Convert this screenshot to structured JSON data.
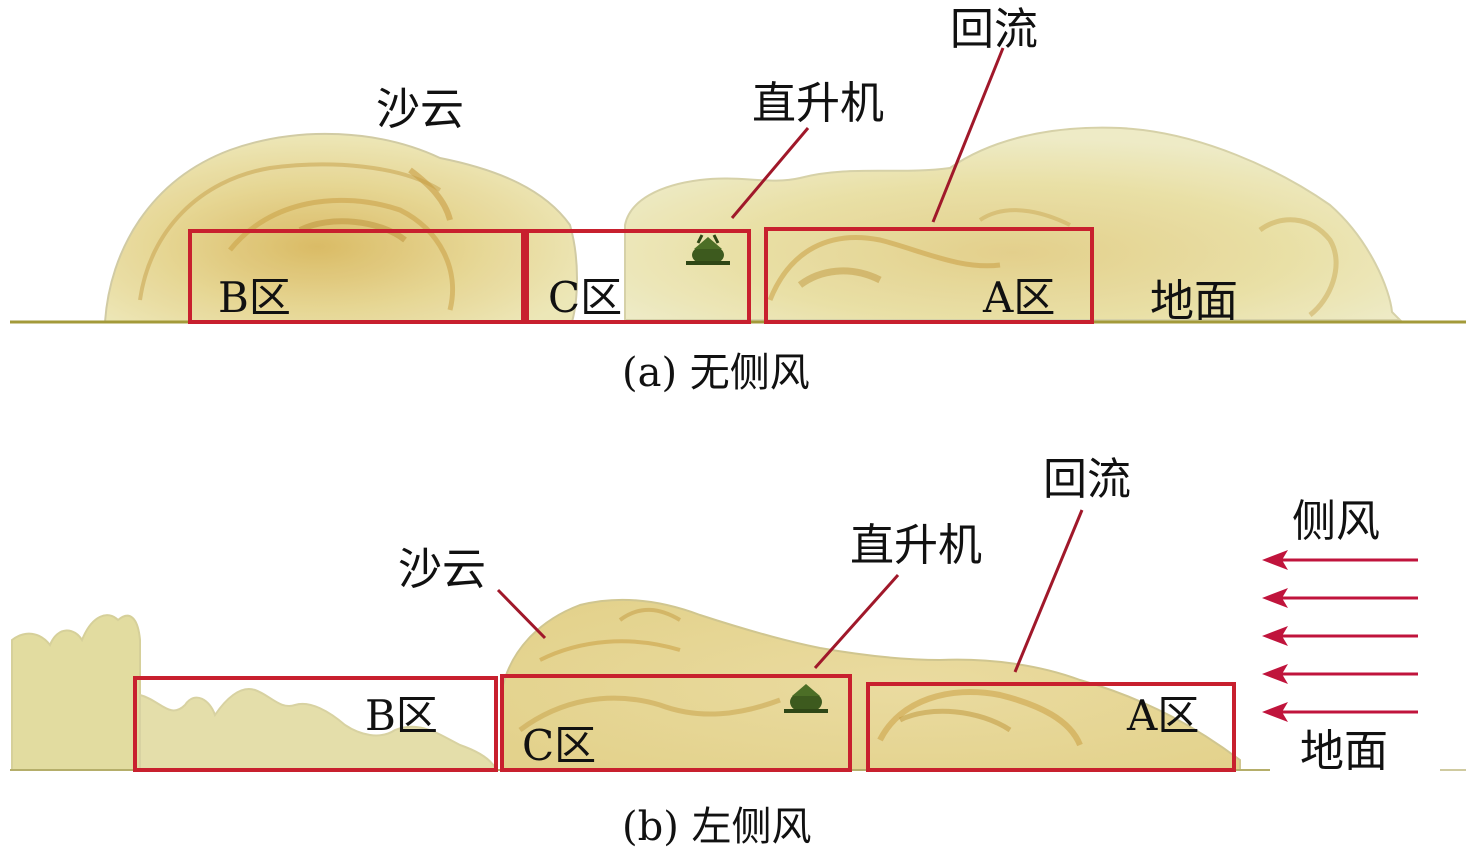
{
  "panels": [
    {
      "id": "a",
      "caption": "(a) 无侧风",
      "labels": {
        "sand_cloud": "沙云",
        "helicopter": "直升机",
        "recirculation": "回流",
        "ground": "地面"
      },
      "zones": [
        "B区",
        "C区",
        "A区"
      ]
    },
    {
      "id": "b",
      "caption": "(b) 左侧风",
      "labels": {
        "sand_cloud": "沙云",
        "helicopter": "直升机",
        "recirculation": "回流",
        "crosswind": "侧风",
        "ground": "地面"
      },
      "zones": [
        "B区",
        "C区",
        "A区"
      ],
      "wind_arrow_count": 5
    }
  ],
  "colors": {
    "zone_box": "#c8202e",
    "leader_line": "#a0182a",
    "wind_arrow": "#c0143c",
    "sand_light": "#e9e2a8",
    "sand_mid": "#d9c578",
    "sand_dark": "#c79a3a",
    "helicopter": "#3d5a1e"
  }
}
